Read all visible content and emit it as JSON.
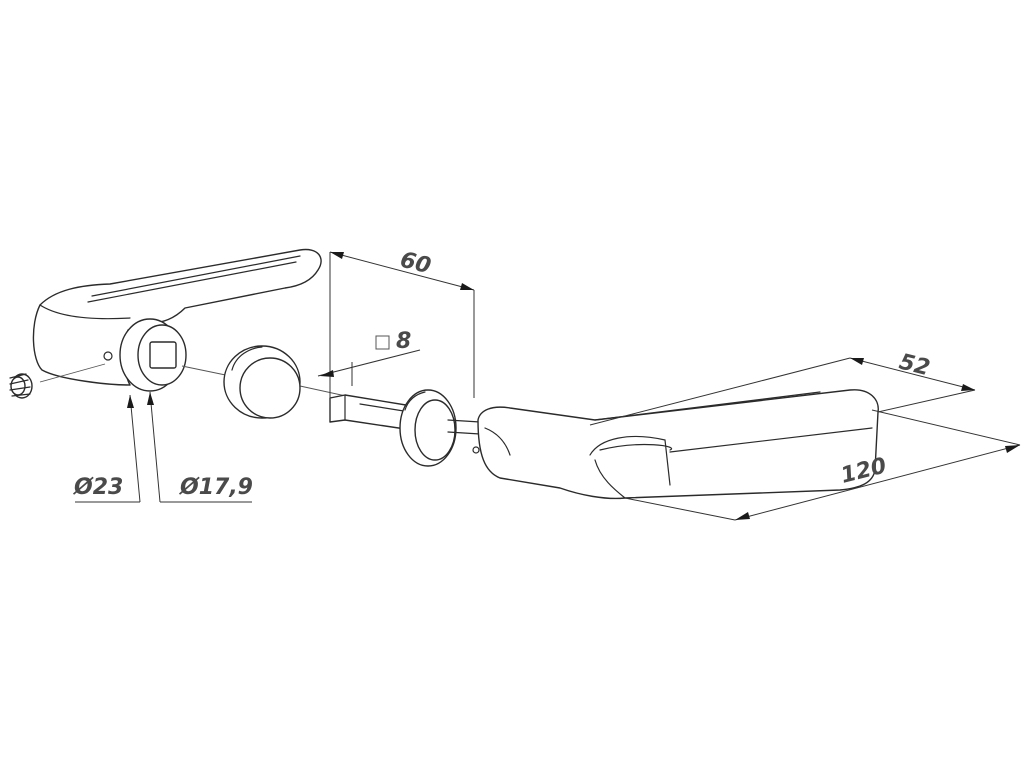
{
  "dimensions": {
    "width_60": "60",
    "square_8": "8",
    "width_52": "52",
    "length_120": "120",
    "diameter_23": "Ø23",
    "diameter_17_9": "Ø17,9"
  },
  "colors": {
    "line": "#2b2b2b",
    "label": "#4a4a4a",
    "background": "#ffffff"
  }
}
